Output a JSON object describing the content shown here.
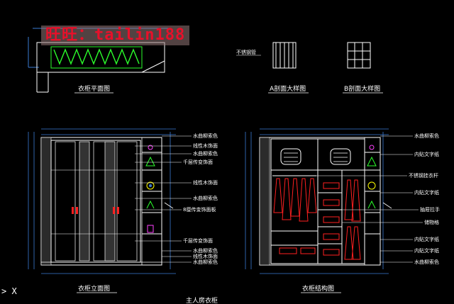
{
  "watermark": "旺旺：tailin188",
  "titles": {
    "plan": "衣柜平面图",
    "section_a": "A剖面大样图",
    "section_b": "B剖面大样图",
    "elevation": "衣柜立面图",
    "structure": "衣柜结构图",
    "bottom": "主人房衣柜",
    "stainless_label": "不锈钢管"
  },
  "left_labels": [
    "水曲柳索色",
    "线性木饰面",
    "水曲柳索色",
    "千层传变饰面",
    "线性木饰面",
    "水曲柳索色",
    "8厘传变饰面板",
    "千层传变饰面",
    "水曲柳索色",
    "线性木饰面",
    "水曲柳索色"
  ],
  "right_labels": [
    "水曲柳索色",
    "内贴文字纸",
    "不锈钢挂衣杆",
    "内贴文字纸",
    "抽屉拉手",
    "储物格",
    "内贴文字纸",
    "内贴文字纸",
    "水曲柳索色"
  ],
  "command_line": "> X",
  "colors": {
    "line": "#ffffff",
    "dim": "#3a7bd5",
    "green": "#2bff2b",
    "red": "#ff2020",
    "cyan": "#00e0ff",
    "yellow": "#ffff00",
    "magenta": "#ff40ff"
  }
}
